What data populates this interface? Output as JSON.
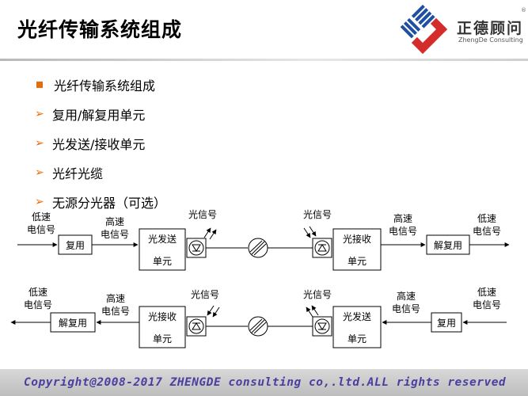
{
  "slide": {
    "title": "光纤传输系统组成"
  },
  "logo": {
    "brand_cn": "正德顾问",
    "brand_en": "ZhengDe Consulting",
    "registered": "®",
    "colors": {
      "blue": "#1f4fa0",
      "red": "#d42b2b"
    }
  },
  "bullets": [
    {
      "marker": "square",
      "text": "光纤传输系统组成"
    },
    {
      "marker": "arrow",
      "text": "复用/解复用单元"
    },
    {
      "marker": "arrow",
      "text": "光发送/接收单元"
    },
    {
      "marker": "arrow",
      "text": "光纤光缆"
    },
    {
      "marker": "arrow",
      "text": "无源分光器（可选）"
    }
  ],
  "diagram": {
    "row1": {
      "low_speed_left": [
        "低速",
        "电信号"
      ],
      "mux": "复用",
      "high_speed_left": [
        "高速",
        "电信号"
      ],
      "tx": [
        "光发送",
        "单元"
      ],
      "optical_left": "光信号",
      "optical_right": "光信号",
      "rx": [
        "光接收",
        "单元"
      ],
      "high_speed_right": [
        "高速",
        "电信号"
      ],
      "demux": "解复用",
      "low_speed_right": [
        "低速",
        "电信号"
      ]
    },
    "row2": {
      "low_speed_left": [
        "低速",
        "电信号"
      ],
      "demux": "解复用",
      "high_speed_left": [
        "高速",
        "电信号"
      ],
      "rx": [
        "光接收",
        "单元"
      ],
      "optical_left": "光信号",
      "optical_right": "光信号",
      "tx": [
        "光发送",
        "单元"
      ],
      "high_speed_right": [
        "高速",
        "电信号"
      ],
      "mux": "复用",
      "low_speed_right": [
        "低速",
        "电信号"
      ]
    },
    "accent_color": "#e46c0a"
  },
  "footer": {
    "copyright": "Copyright@2008-2017 ZHENGDE consulting co,.ltd.ALL rights reserved"
  }
}
